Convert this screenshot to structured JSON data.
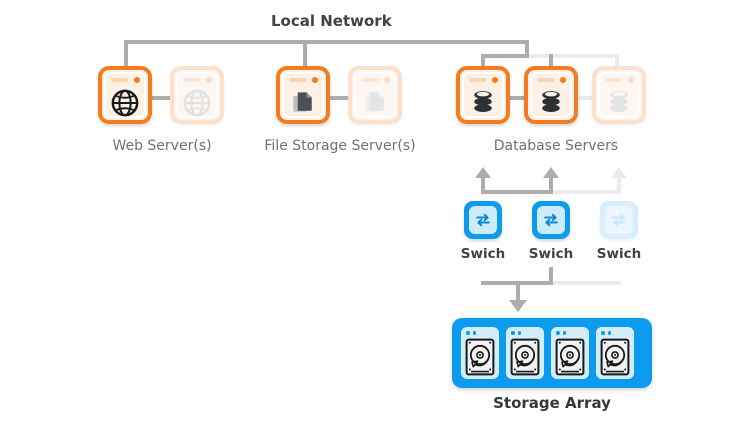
{
  "diagram": {
    "title": "Local Network",
    "colors": {
      "accent_orange": "#f47b20",
      "accent_blue": "#0d9bed",
      "line_gray": "#adadad",
      "line_gray_faded": "#ebebeb",
      "label_gray": "#6d7174",
      "label_dark": "#3f4346"
    },
    "groups": [
      {
        "label": "Web Server(s)",
        "icon": "globe-icon",
        "nodes": [
          {
            "state": "active"
          },
          {
            "state": "inactive"
          }
        ]
      },
      {
        "label": "File Storage Server(s)",
        "icon": "documents-icon",
        "nodes": [
          {
            "state": "active"
          },
          {
            "state": "inactive"
          }
        ]
      },
      {
        "label": "Database Servers",
        "icon": "database-icon",
        "nodes": [
          {
            "state": "active"
          },
          {
            "state": "active"
          },
          {
            "state": "inactive"
          }
        ]
      }
    ],
    "switches": {
      "icon": "switch-transfer-icon",
      "items": [
        {
          "label": "Swich",
          "state": "active"
        },
        {
          "label": "Swich",
          "state": "active"
        },
        {
          "label": "Swich",
          "state": "inactive"
        }
      ]
    },
    "storage_array": {
      "label": "Storage Array",
      "icon": "hard-drive-icon",
      "drive_count": 4,
      "drive_led_count": 2
    }
  }
}
